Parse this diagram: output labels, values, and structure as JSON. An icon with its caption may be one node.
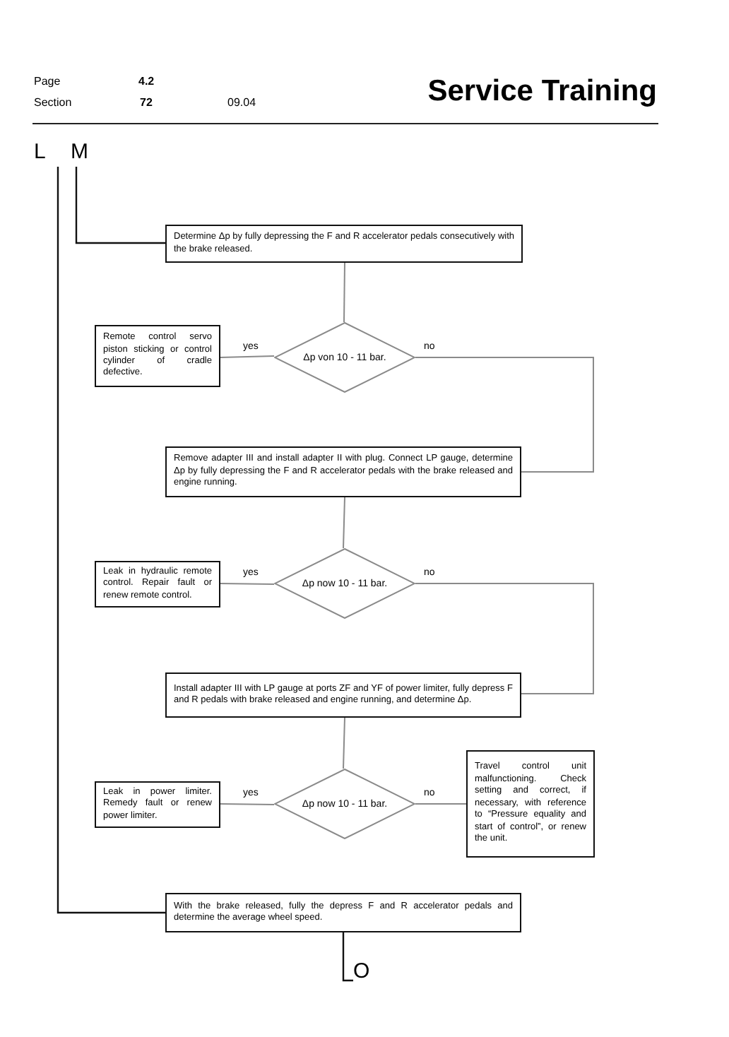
{
  "diagram": {
    "title": "Service Training",
    "nodes": [
      {
        "text": [
          "L"
        ]
      },
      {
        "text": [
          "M"
        ]
      },
      {
        "text": [
          "Determine Δp by fully depressing the F and R accelerator pedals consecutively with the brake released."
        ]
      },
      {
        "text": [
          "Δp von 10 - 11 bar."
        ]
      },
      {
        "text": [
          "Remote control servo piston sticking or control cylinder of cradle defective."
        ]
      },
      {
        "text": [
          "Remove adapter III and install adapter II with plug. Connect LP gauge, determine Δp by fully depressing the F and R accelerator pedals with the brake released and engine running."
        ]
      },
      {
        "text": [
          "Δp now 10 - 11 bar."
        ]
      },
      {
        "text": [
          "Leak in hydraulic remote control. Repair fault or renew remote control."
        ]
      },
      {
        "text": [
          "Install adapter III with LP gauge at ports ZF and YF of power limiter, fully depress F and R pedals with brake released and engine running, and determine Δp."
        ]
      },
      {
        "text": [
          "Δp now 10 - 11 bar."
        ]
      },
      {
        "text": [
          "Leak in power limiter. Remedy fault or renew power limiter."
        ]
      },
      {
        "text": [
          "Travel control unit malfunctioning. Check setting and correct, if necessary, with reference to “Pressure equality and start of control”, or renew the unit."
        ]
      },
      {
        "text": [
          "With the brake released, fully the depress F and R accelerator pedals and determine the average wheel speed."
        ]
      },
      {
        "text": [
          "O"
        ]
      }
    ],
    "edges": [
      {
        "from": 1,
        "to": 2,
        "arrow": "none",
        "color": "#111111"
      },
      {
        "from": 2,
        "to": 3,
        "arrow": "none"
      },
      {
        "from": 3,
        "to": 4,
        "label": "yes",
        "arrow": "none"
      },
      {
        "from": 3,
        "to": 5,
        "label": "no",
        "arrow": "none"
      },
      {
        "from": 5,
        "to": 6,
        "arrow": "none"
      },
      {
        "from": 6,
        "to": 7,
        "label": "yes",
        "arrow": "none"
      },
      {
        "from": 6,
        "to": 8,
        "label": "no",
        "arrow": "none"
      },
      {
        "from": 8,
        "to": 9,
        "arrow": "none"
      },
      {
        "from": 9,
        "to": 10,
        "label": "yes",
        "arrow": "none"
      },
      {
        "from": 9,
        "to": 11,
        "label": "no",
        "arrow": "none"
      },
      {
        "from": 0,
        "to": 12,
        "arrow": "none",
        "color": "#111111"
      },
      {
        "from": 12,
        "to": 13,
        "arrow": "none",
        "color": "#111111"
      }
    ],
    "labels": [
      "Page",
      "4.2",
      "Section",
      "72",
      "09.04"
    ]
  }
}
